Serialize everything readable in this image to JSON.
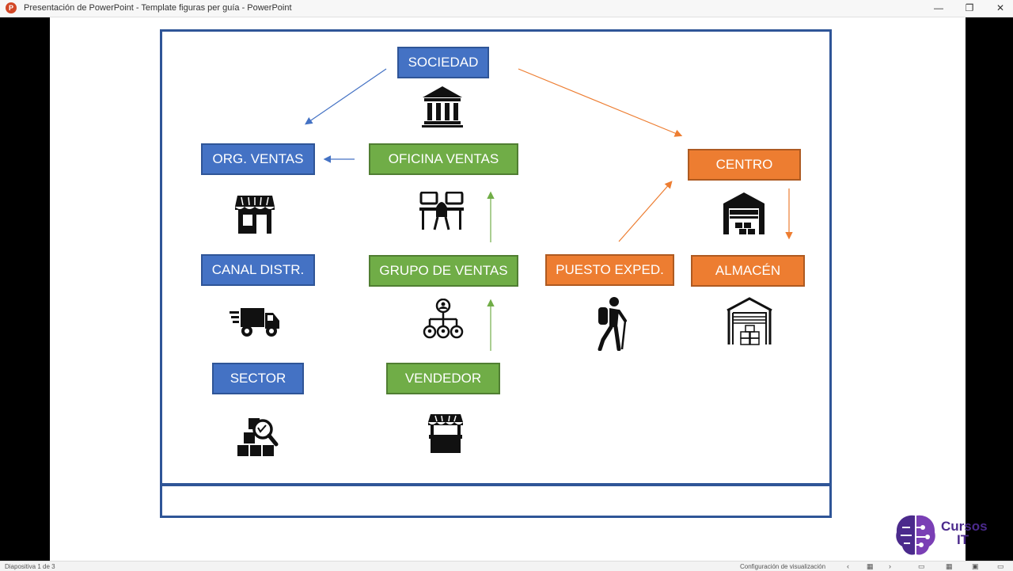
{
  "window": {
    "title": "Presentación de PowerPoint  -  Template figuras per guía  -  PowerPoint",
    "controls": [
      "—",
      "❐",
      "✕"
    ]
  },
  "slide": {
    "boxes": {
      "sociedad": "SOCIEDAD",
      "org_ventas": "ORG. VENTAS",
      "oficina_ventas": "OFICINA VENTAS",
      "centro": "CENTRO",
      "canal_distr": "CANAL DISTR.",
      "grupo_ventas": "GRUPO DE VENTAS",
      "puesto_exped": "PUESTO EXPED.",
      "almacen": "ALMACÉN",
      "sector": "SECTOR",
      "vendedor": "VENDEDOR"
    },
    "icons": {
      "sociedad": "bank-icon",
      "org_ventas": "store-icon",
      "oficina_ventas": "office-desk-icon",
      "centro": "warehouse-icon",
      "canal_distr": "delivery-truck-icon",
      "grupo_ventas": "org-chart-icon",
      "puesto_exped": "hiker-icon",
      "almacen": "storage-shed-icon",
      "sector": "boxes-search-icon",
      "vendedor": "kiosk-icon"
    },
    "colors": {
      "blue": "#4472c4",
      "green": "#70ad47",
      "orange": "#ed7d31",
      "frame": "#2f5597"
    }
  },
  "statusbar": {
    "slide_info": "Diapositiva 1 de 3",
    "display_settings": "Configuración de visualización"
  },
  "logo": {
    "line1": "Cursos",
    "line2": "IT"
  }
}
